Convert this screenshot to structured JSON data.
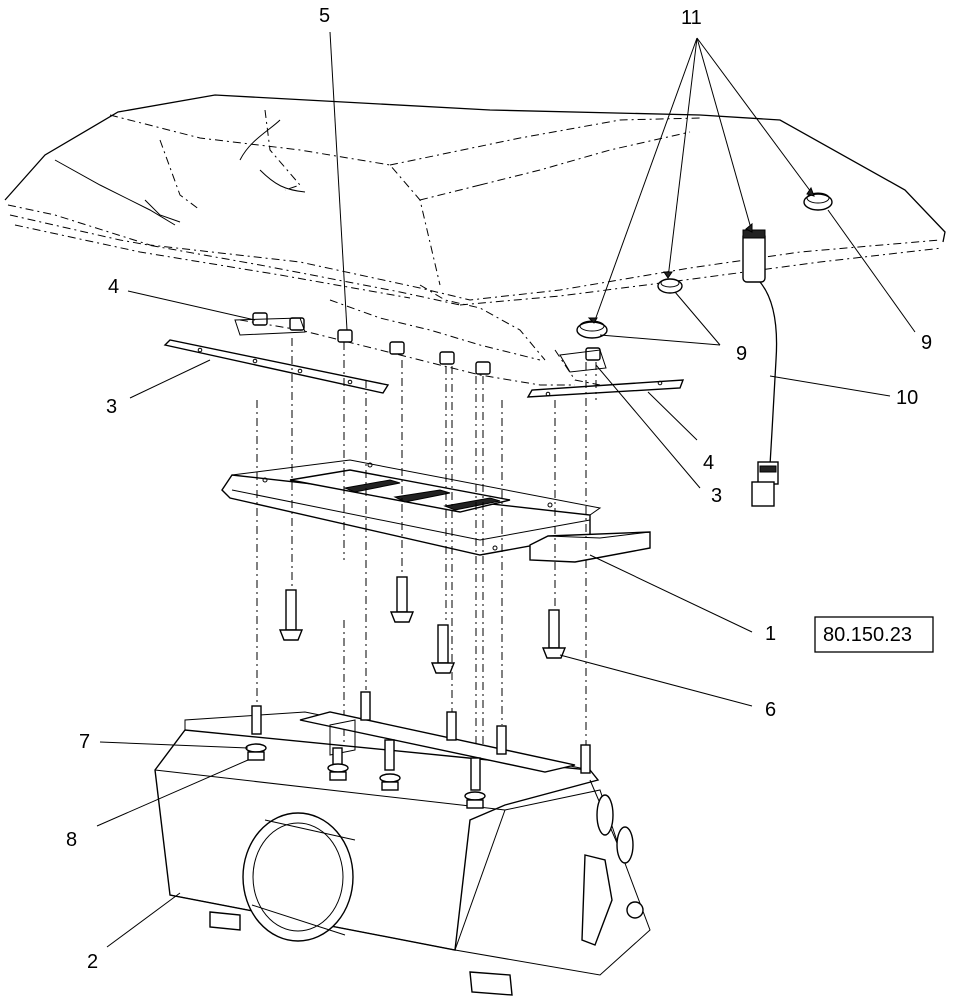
{
  "reference_box": "80.150.23",
  "callouts": {
    "c1": "1",
    "c2": "2",
    "c3a": "3",
    "c3b": "3",
    "c4a": "4",
    "c4b": "4",
    "c5": "5",
    "c6": "6",
    "c7": "7",
    "c8": "8",
    "c9a": "9",
    "c9b": "9",
    "c10": "10",
    "c11": "11"
  }
}
